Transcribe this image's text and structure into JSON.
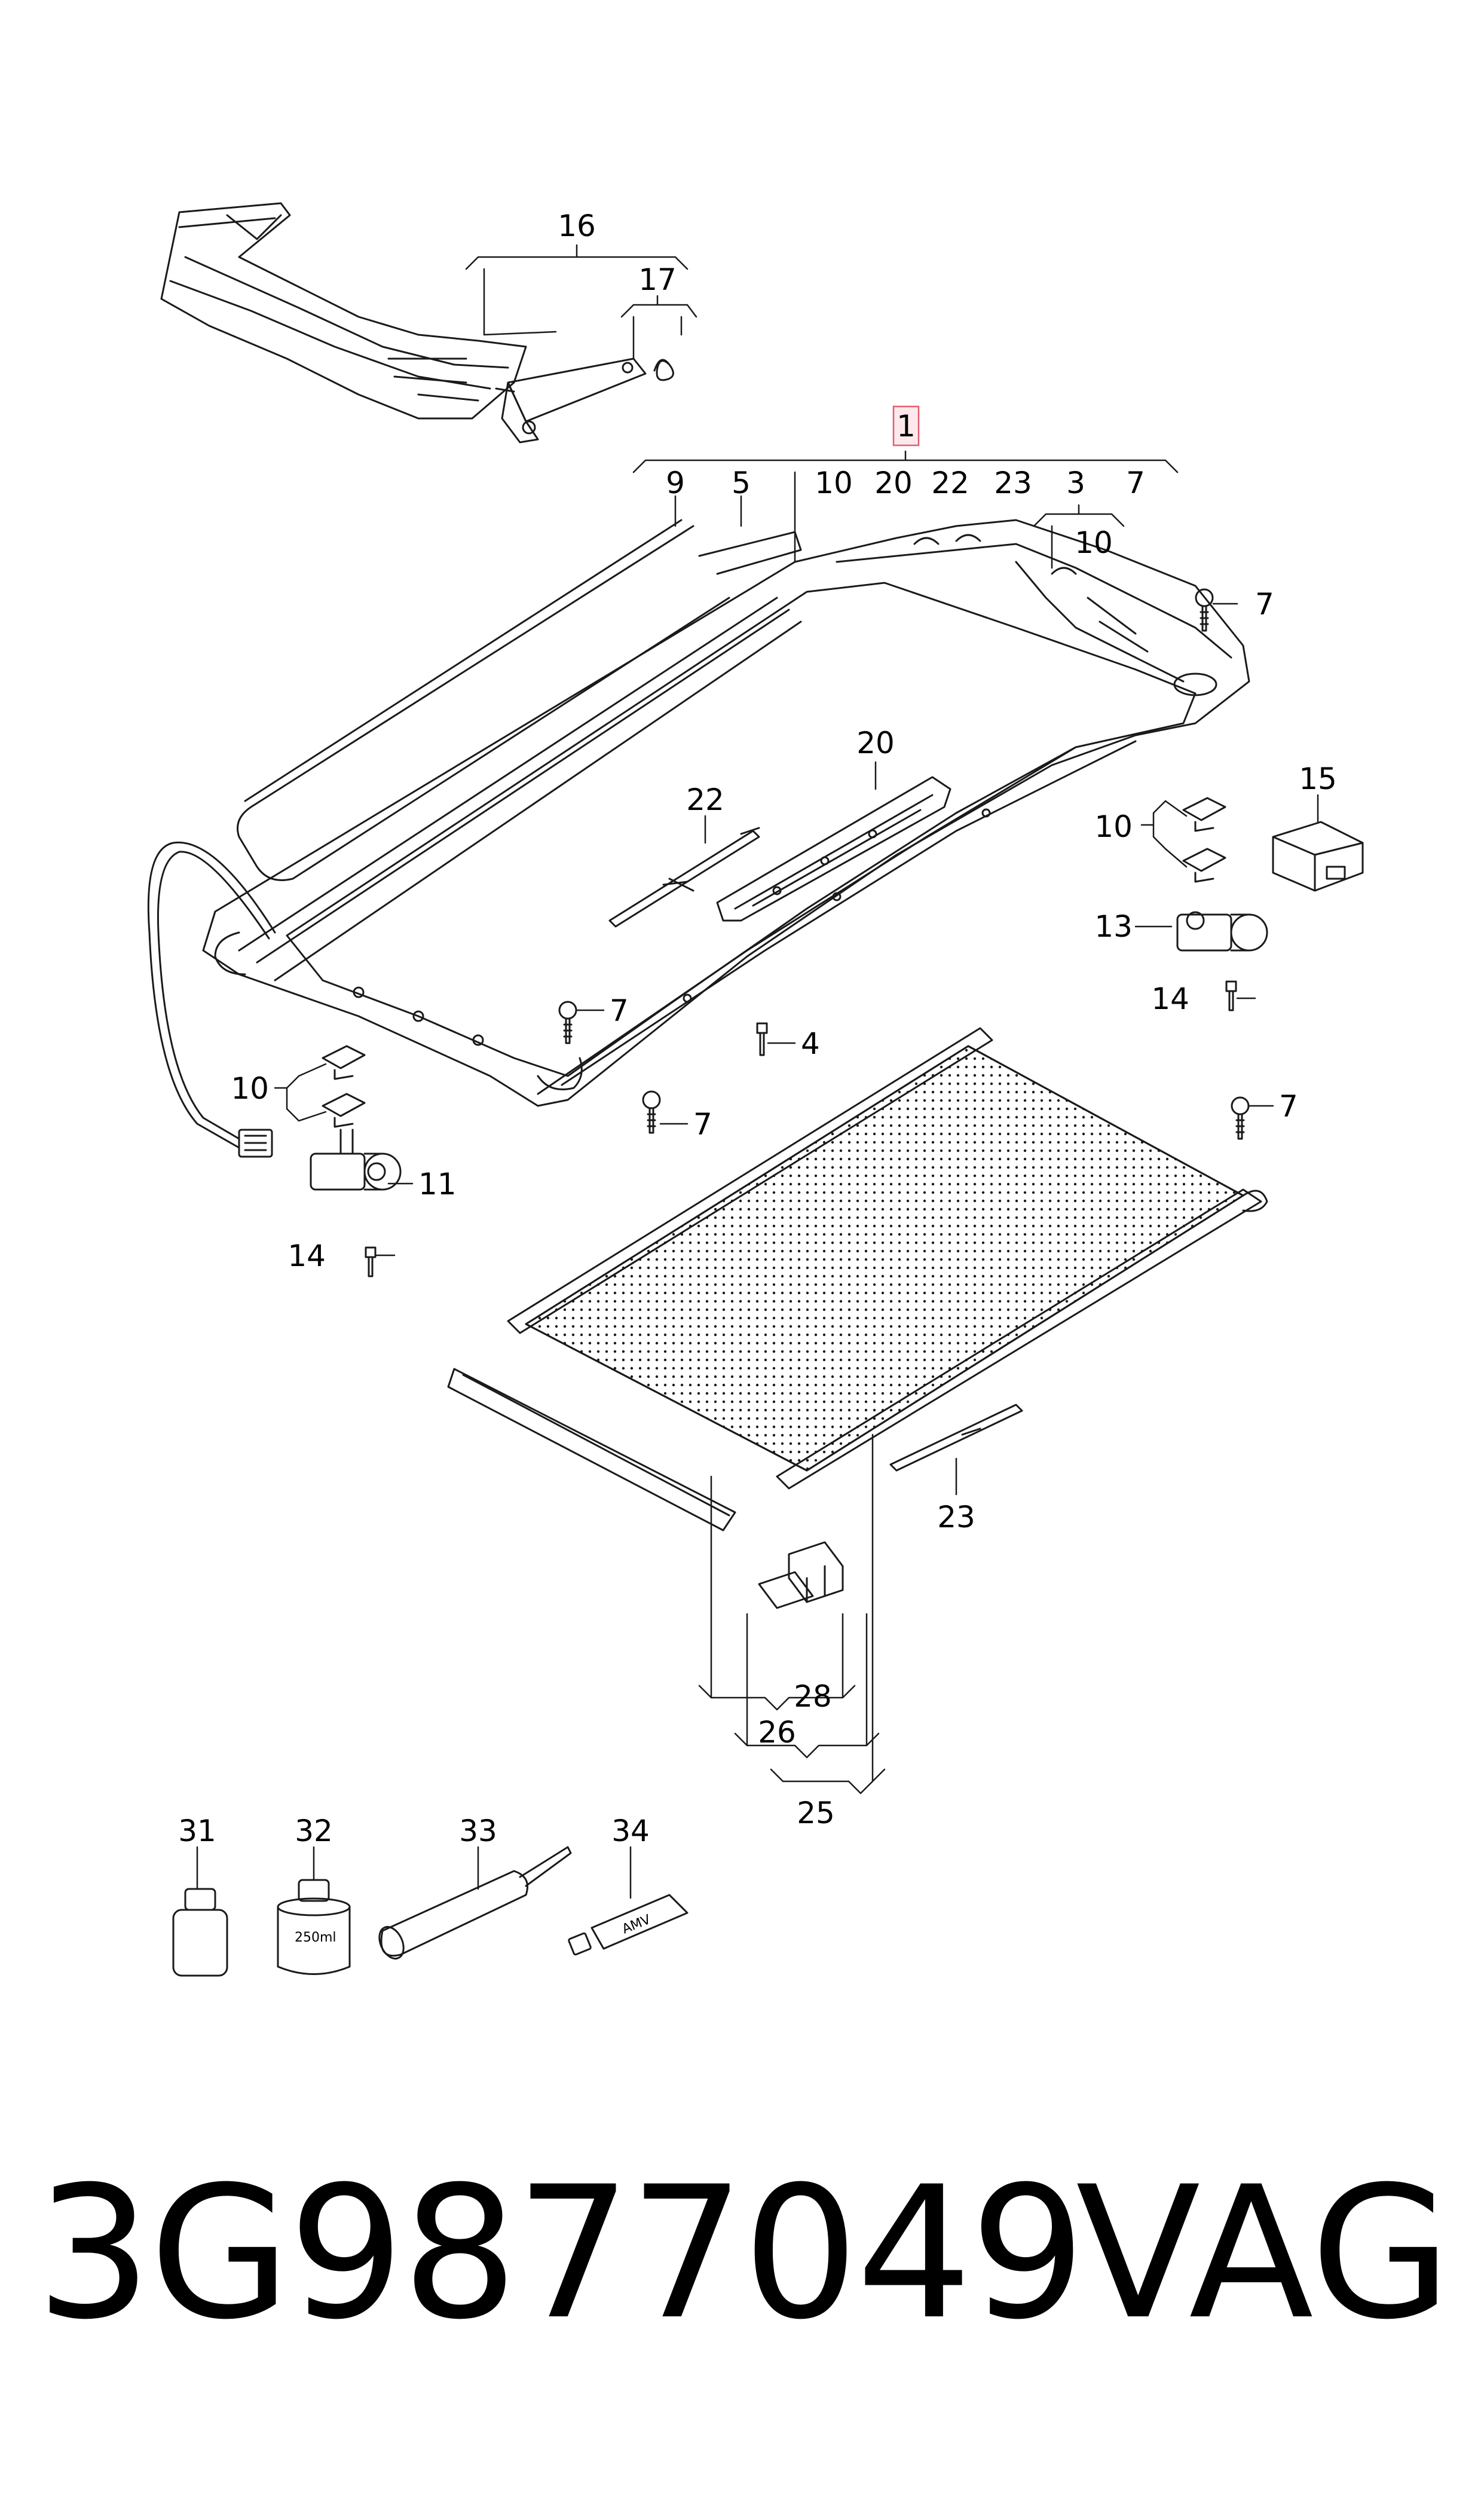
{
  "callouts": {
    "c1": "1",
    "c3": "3",
    "c4": "4",
    "c5": "5",
    "c7a": "7",
    "c7b": "7",
    "c7c": "7",
    "c7d": "7",
    "c7e": "7",
    "c9": "9",
    "c10a": "10",
    "c10b": "10",
    "c10c": "10",
    "c10d": "10",
    "c11": "11",
    "c13": "13",
    "c14a": "14",
    "c14b": "14",
    "c15": "15",
    "c16": "16",
    "c17": "17",
    "c20a": "20",
    "c20b": "20",
    "c22a": "22",
    "c22b": "22",
    "c23a": "23",
    "c23b": "23",
    "c25": "25",
    "c26": "26",
    "c28": "28",
    "c31": "31",
    "c32": "32",
    "c33": "33",
    "c34": "34"
  },
  "product_labels": {
    "bottle_volume": "250ml",
    "tube_brand": "AMV"
  },
  "footer": {
    "part_number": "3G9877049",
    "brand": "VAG"
  },
  "colors": {
    "line": "#1a1a1a",
    "highlight_box": "#e06070",
    "highlight_fill": "#fde9ec"
  }
}
